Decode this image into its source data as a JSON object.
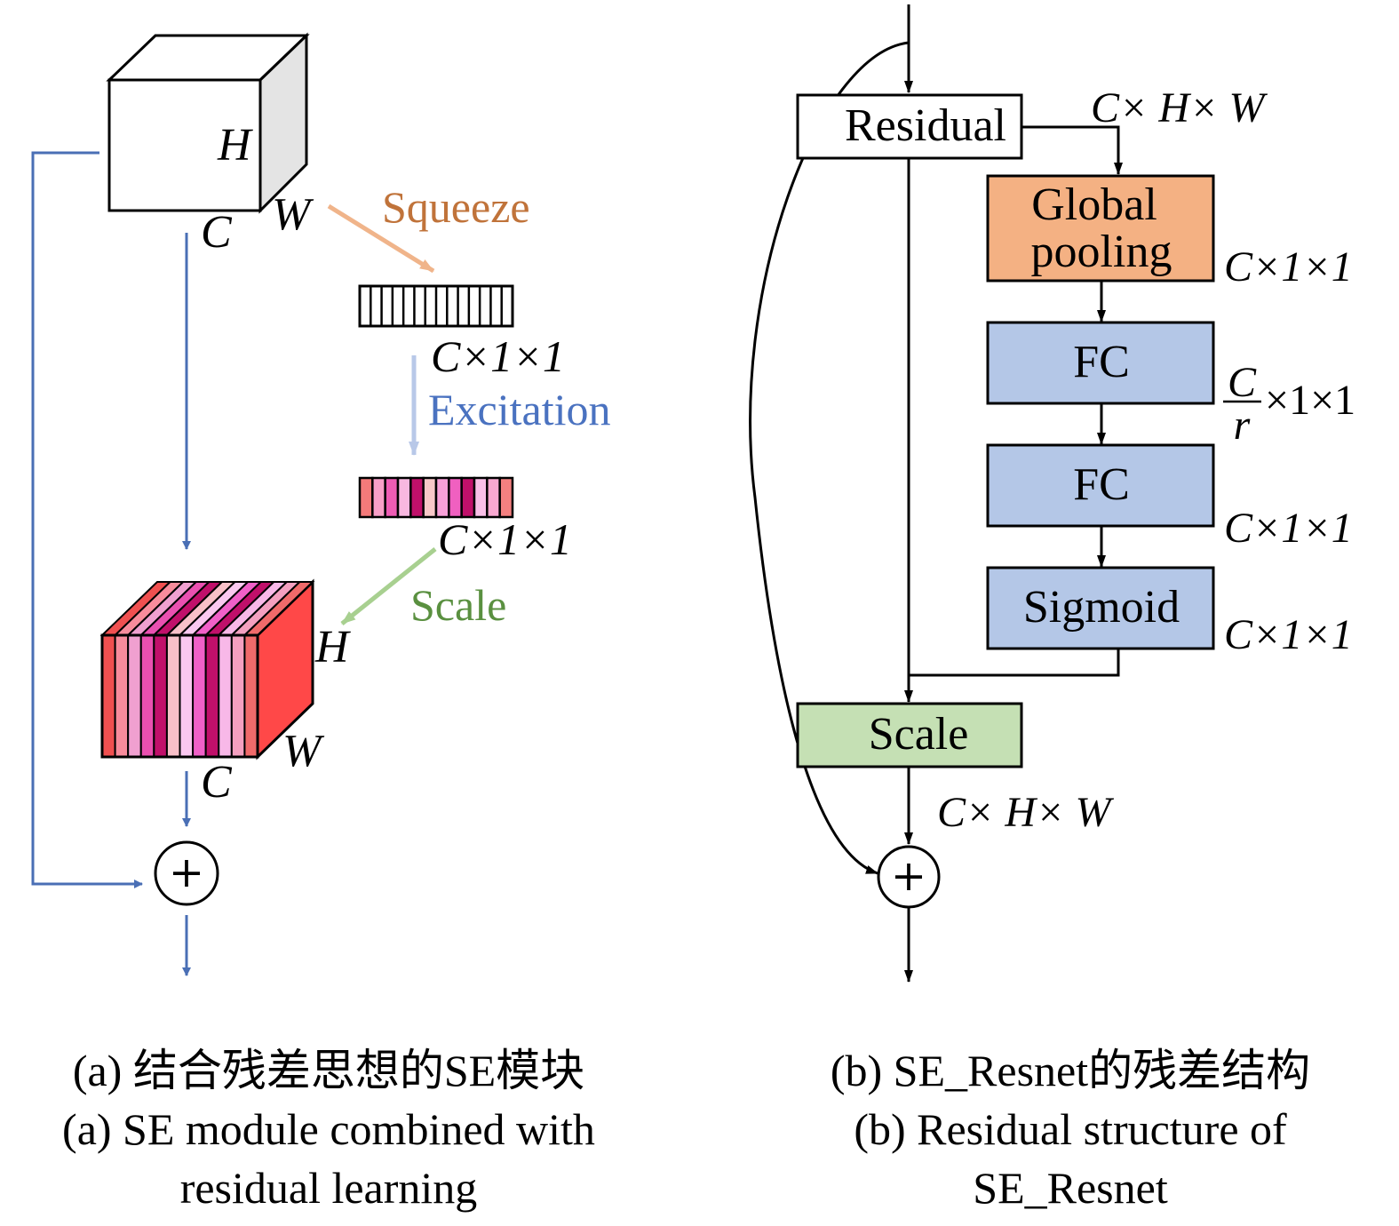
{
  "panel_a": {
    "cube_top_labels": {
      "h": "H",
      "w": "W",
      "c": "C"
    },
    "squeeze_label": "Squeeze",
    "squeezed_dims": "C×1×1",
    "excitation_label": "Excitation",
    "excited_dims": "C×1×1",
    "scale_label": "Scale",
    "cube_bottom_labels": {
      "h": "H",
      "w": "W",
      "c": "C"
    },
    "sum_symbol": "+",
    "caption_zh": "(a) 结合残差思想的SE模块",
    "caption_en_line1": "(a) SE module combined with",
    "caption_en_line2": "residual learning"
  },
  "panel_b": {
    "residual_label": "Residual",
    "residual_dims": "C× H× W",
    "pool_line1": "Global",
    "pool_line2": "pooling",
    "pool_dims": "C×1×1",
    "fc1_label": "FC",
    "fc1_dims_num": "C",
    "fc1_dims_den": "r",
    "fc1_dims_rest": "×1×1",
    "fc2_label": "FC",
    "fc2_dims": "C×1×1",
    "sigmoid_label": "Sigmoid",
    "sigmoid_dims": "C×1×1",
    "scale_label": "Scale",
    "scale_dims": "C× H× W",
    "sum_symbol": "+",
    "caption_zh": "(b) SE_Resnet的残差结构",
    "caption_en_line1": "(b) Residual structure of",
    "caption_en_line2": "SE_Resnet"
  },
  "colors": {
    "squeeze": "#c0733a",
    "squeeze_arrow": "#f0b48a",
    "excitation": "#4a72c0",
    "excitation_arrow": "#b8c8e8",
    "scale": "#5a9040",
    "scale_arrow": "#a8d090",
    "skip_line": "#4a6fb5",
    "pool_fill": "#f4b183",
    "fc_fill": "#b4c7e7",
    "scale_fill": "#c5e0b4",
    "cube_side": "#e4e4e4",
    "block_front": "#ff4848"
  }
}
